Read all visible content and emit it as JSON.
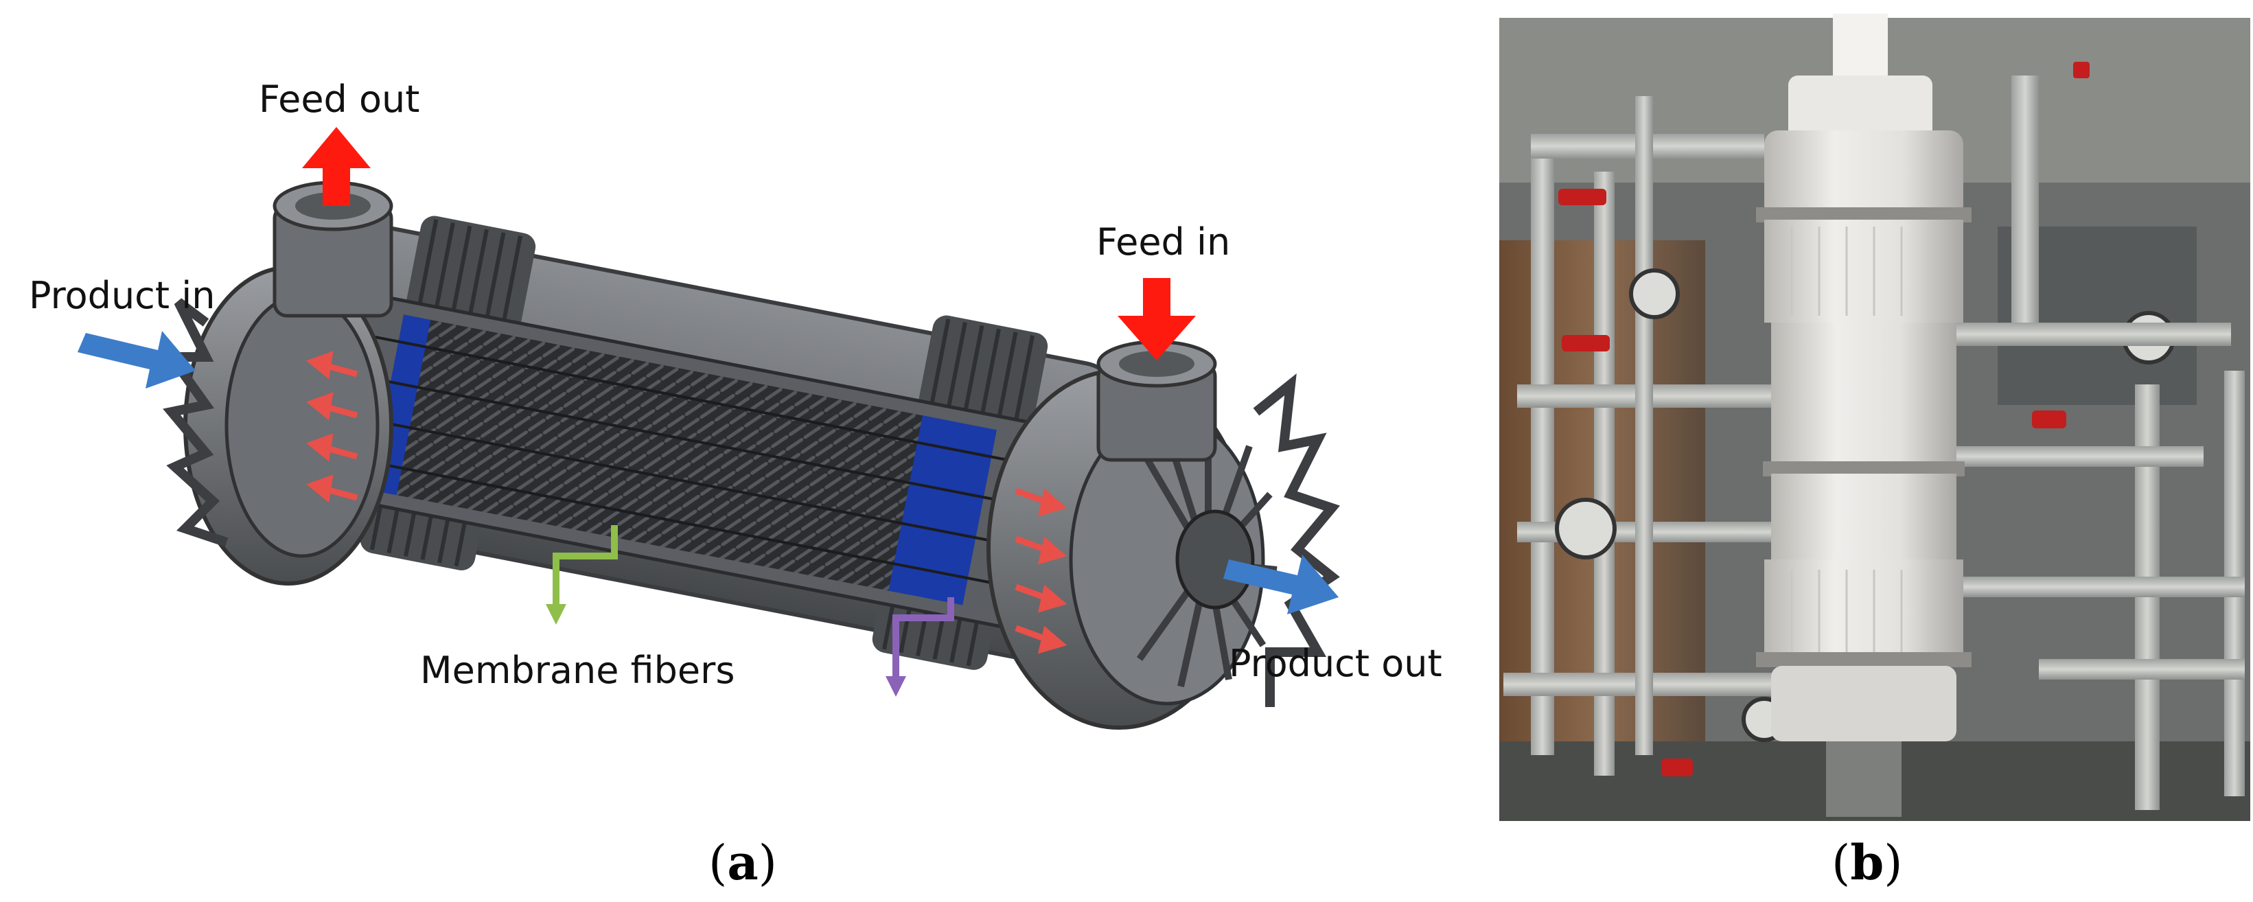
{
  "panel_a": {
    "labels": {
      "feed_out": "Feed out",
      "feed_in": "Feed in",
      "product_in": "Product in",
      "product_out": "Product out",
      "membrane_fibers": "Membrane fibers"
    },
    "caption_open": "(",
    "caption_letter": "a",
    "caption_close": ")"
  },
  "panel_b": {
    "caption_open": "(",
    "caption_letter": "b",
    "caption_close": ")"
  },
  "colors": {
    "feed_arrow": "#ff1a0f",
    "product_arrow": "#3d7cc9",
    "inner_arrow": "#e8504a",
    "fiber_pointer": "#8fbe4a",
    "outlet_pointer": "#8a63b8",
    "module_body": "#6f7276",
    "module_dark": "#3e4144",
    "fiber_blue": "#1a3aa8"
  }
}
